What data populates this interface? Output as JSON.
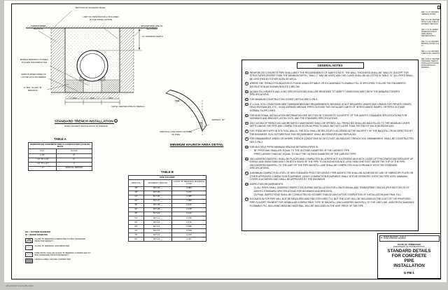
{
  "edge": {
    "plot_stamp": "28-JUN-2017 14:32   D-PB-1.DGN"
  },
  "trench": {
    "title": "STANDARD TRENCH INSTALLATION",
    "ref": "1",
    "subtitle": "(PIPE CULVERT INSTALLATION IN TRENCH)",
    "labels": {
      "roadway": "BOTTOM OF ROADWAY BASE",
      "undisturbed": "UNDISTURBED BACKFILL",
      "limit": "LIMIT OF PIPE BACKFILL INCLUDED IN THE PRICE OF PIPE",
      "excavation": "EXCAVATION LINE AS REQUIRED",
      "depth": "12\" MINIMUM DEPTH",
      "middle_bedding": "MIDDLE BEDDING LOOSELY PLACED UNCOMPACTED",
      "smooth": "SMOOTH/FIRM FREE OF LOOSE SOIL OR DEBRIS",
      "bedding6": "6\" MIN. CLASS \"B\" BEDDING",
      "od3": "OD/3",
      "note_center": "NOTE: CENTER PIPE IN TRENCH"
    }
  },
  "haunch": {
    "title": "MINIMUM HAUNCH AREA DETAIL",
    "labels": {
      "pipe": "PIPE",
      "approx": "APPROX. 15°",
      "vertical": "VERTICAL LINE FROM OUTSIDE OF PIPE"
    }
  },
  "table_a": {
    "name": "TABLE A",
    "title": "REINFORCED CONCRETE PIPE CLASSIFICATION (AASHTO M170)",
    "headers": [
      "FILL",
      "CLASS"
    ],
    "rows": [
      [
        "≤ 10'",
        "III"
      ],
      [
        "> 10' TO ≤ 20'",
        "IV"
      ],
      [
        "> 20' TO ≤ 27'",
        "V"
      ],
      [
        "> 27'",
        "SPECIAL DESIGN"
      ]
    ]
  },
  "table_b": {
    "name": "TABLE B",
    "title": "PIPE CULVERT",
    "headers": [
      "PIPE DIA.",
      "PAYMENT ITEM NO.",
      "CLASS \"B\" BEDDING MATERIAL CY/LF"
    ],
    "rows": [
      [
        "15\"",
        "607-03.__",
        "0.064"
      ],
      [
        "18\"",
        "607-05.__",
        "0.071"
      ],
      [
        "24\"",
        "607-06.__",
        "0.085"
      ],
      [
        "30\"",
        "607-07.__",
        "0.099"
      ],
      [
        "36\"",
        "607-08.__",
        "0.113"
      ],
      [
        "42\"",
        "607-09.__",
        "0.128"
      ],
      [
        "48\"",
        "607-10.__",
        "0.142"
      ],
      [
        "54\"",
        "607-11.__",
        "0.156"
      ],
      [
        "60\"",
        "607-12.__",
        "0.170"
      ],
      [
        "66\"",
        "607-13.__",
        "0.185"
      ],
      [
        "72\"",
        "607-14.__",
        "0.199"
      ],
      [
        "78\"",
        "607-15.__",
        "0.213"
      ],
      [
        "84\"",
        "607-16.__",
        "0.227"
      ]
    ]
  },
  "general_notes": {
    "title": "GENERAL NOTES",
    "items": [
      {
        "num": "1",
        "text": "REINFORCED CONCRETE PIPE SHALL MEET THE REQUIREMENTS OF AASHTO M170. THE WALL THICKNESS SHALL BE \"WALL B\" (EXCEPT FOR STRUCTURES DEEPER THAN THE MINIMUM DEPTH, \"WALL C\" MAY BE USED) AND THE CLASS SHALL BE AS LISTED IN TABLE \"A\". ALL PIPES SHALL BE CERTIFIED BY EITHER ACPA OR NPCA."
      },
      {
        "num": "2",
        "text": "WHERE THE TRENCH FOUNDATION IS FOUND UNACCEPTABLE OR EXCAVATABLE FLOWABLE FILL IS SPECIFIED, FOLLOW THE ENGINEER'S INSTRUCTION AS SHOWN IN NOTE 5 BELOW."
      },
      {
        "num": "3",
        "text": "(A) MAX FILL HEIGHTS AND JOINT SPECIFICATIONS SHALL BE REVIEWED TO VERIFY CONDITIONS MEET WITH THE MANUFACTURER'S SPECIFICATIONS."
      },
      {
        "num": "4",
        "text": "FOR MINIMUM CONSTRUCTION COVER DEPTHS SEE D-PB-3."
      },
      {
        "num": "5",
        "text": "IF LOCAL SOIL CONDITIONS MEET MINIMUM BEDDING REQUIREMENTS, BEDDING IS NOT REQUIRED UNDER SIDE DRAINS FOR PRIVATE DRIVES, FIELD ENTRANCES, ETC., IN AN UNPAVED MEDIAN, PIPES OUTSIDE THE SHOULDER LIMITS OF INTERCHANGE RAMPS, OR PIPES OUTSIDE NORMAL SLOPE LINES."
      },
      {
        "num": "6",
        "text": "FOR ADDITIONAL INSTALLATION INFORMATION SEE SECTION 30 \"CONCRETE CULVERTS\" OF THE AASHTO STANDARD SPECIFICATIONS FOR HIGHWAYS AND BRIDGES, ASTM C1479, AND THE STANDARD SPECIFICATIONS."
      },
      {
        "num": "7",
        "text": "ONLY AS MUCH TRENCH AS CAN BE SAFELY MAINTAINED SHALL BE OPENED. ALL TRENCHES SHALL BE BACKFILLED TO THE MINIMUM COVER DEPTH ABOVE THE PIPE AND COMPACTED AS SOON AS PRACTICABLE, BUT NOT LATER THAN THE END OF EACH WORKING DAY."
      },
      {
        "num": "8",
        "text": "FOR TRENCHES WITH IN SITU SOIL WALLS, THE SOIL SHALL BE RELATIVELY AS DENSE AS THE MAJORITY OF THE BACKFILL OR AS DIRECTED BY THE ENGINEER. SOIL NOT MEETING THIS REQUIREMENT SHALL BE REMOVED AND REPLACED."
      },
      {
        "num": "9",
        "text": "FOR EMBANKMENT AREAS OR WHERE TRENCH CONDITIONS DO NOT EXIST, AN INDUCED TRENCH SOIL EMBANKMENT SHALL BE CONSTRUCTED, SEE D-PB-2."
      },
      {
        "num": "10",
        "text": "FOR MULTIPLE PIPES MINIMUM SPACING BETWEEN PIPES IS:",
        "subs": [
          "36\" PIPES AND SMALLER: EQUAL TO THE OUTSIDE DIAMETER OF THE LARGEST PIPE.",
          "PIPES LARGER THAN 36\": EQUAL TO HALF THE OUTSIDE DIAMETER OF THE LARGEST PIPE."
        ]
      },
      {
        "num": "11",
        "text": "UNCLASSIFIED BACKFILL SHALL BE PLACED AND COMPACTED IN LAYERS NOT EXCEEDING AN 8 INCH LOOSE LIFT THICKNESS AND BROUGHT UP EVENLY AND SIMULTANEOUSLY ON BOTH SIDES OF THE PIPE TO AN ELEVATION NOT LESS THAN ONE FOOT ABOVE THE TOP OF THE PIPE. UNCLASSIFIED BACKFILL TO THE LIMIT OF THE PIPE BACKFILL LINE SHALL BE COMPACTED IN ACCORDANCE WITH THE STANDARD SPECIFICATIONS."
      },
      {
        "num": "12",
        "text": "A MINIMUM COMPACTION LEVEL OF 95% STANDARD PROCTOR DENSITY PER AASHTO T99 SHALL BE ACHIEVED BY USE OF VIBRATORY PLATE OR OTHER APPROVED COMPACTION EQUIPMENT. HEAVY COMPACTION EQUIPMENT SHALL NOT BE OPERATED OVER THE PIPE UNTIL MINIMUM COVER IS ACHIEVED AND SHALL BE APPROVED BY THE ENGINEER."
      },
      {
        "num": "13",
        "text": "INSPECTION REQUIREMENTS:",
        "subs": [
          "(1)  ALL PIPES SHALL UNDERGO INSPECTION DURING INSTALLATION FOR LONGITUDINAL AND TRANSVERSE CRACKS (PER SECTION 25 OF AASHTO STANDARD SPECIFICATIONS FOR HIGHWAYS AND BRIDGES).",
          "(2)  FINAL INSPECTIONS SHALL BE CONDUCTED NO SOONER THAN 30 DAYS AFTER COMPLETION OF INSTALLATION AND FINAL FILL."
        ]
      },
      {
        "num": "14",
        "text": "EXCAVATION FOR PIPE WILL NOT BE MEASURED AND PAID FOR DIRECTLY, BUT THE COST WILL BE INCLUDED IN THE COST OF THE PROPOSED PIPE CULVERT. PAYMENT FOR GRANULAR COMPACTIBLE TYPE \"B\" BACKFILL (UNCLASSIFIED BACKFILL) TO THE LIMIT LINE, AND/OR EXCAVATABLE FLOWABLE FILL INCLUDING BEDDING MATERIAL, WILL BE INCLUDED IN THE UNIT PRICE OF THE PIPE."
      }
    ]
  },
  "legend": {
    "od1": "OD = OUTSIDE DIAMETER",
    "od2": "ID = INSIDE DIAMETER",
    "items": [
      {
        "pattern": "cross",
        "label": "CLASS \"B\" BEDDING COMPACTED TO 95% STANDARD PROCTOR DENSITY"
      },
      {
        "pattern": "dots",
        "label": "CLASS \"B\" BEDDING UNCOMPACTED"
      },
      {
        "pattern": "diag",
        "label": "FIRM INSITU SOIL OR CLASS \"B\" BEDDING COMPACTED TO 95% STANDARD PROCTOR DENSITY"
      },
      {
        "pattern": "dense",
        "label": "HAUNCH AREA, SHOVEL COMPACTED"
      }
    ]
  },
  "revisions": [
    "REV. 3-1-07: REVISED GENERAL NOTES.",
    "REV. 8-15-08: REVISED NOTE 5 AND TABLE B PAYMENT ITEM NOS.",
    "REV. 1-15-10: ADDED MINIMUM HAUNCH AREA DETAIL; REVISED NOTE 2.",
    "REV. 3-1-12: REVISED BEDDING NOTES 11 & 12.",
    "REV. 1-4-16: REVISED TABLE A FILL HEIGHTS.",
    "REV. 6-28-17: REVISED STANDARD TRENCH INSTALLATION DETAIL; FHWA APPROVAL PENDING."
  ],
  "title_block": {
    "revision_note": {
      "line1": "MINOR REVISION — 6-28-17",
      "line2": "FHWA APPROVAL PENDING"
    },
    "agency1": "STATE OF TENNESSEE",
    "agency2": "DEPARTMENT OF TRANSPORTATION",
    "title_lines": [
      "STANDARD DETAILS",
      "FOR CONCRETE",
      "PIPE",
      "INSTALLATION"
    ],
    "number": "D-PB-1"
  }
}
